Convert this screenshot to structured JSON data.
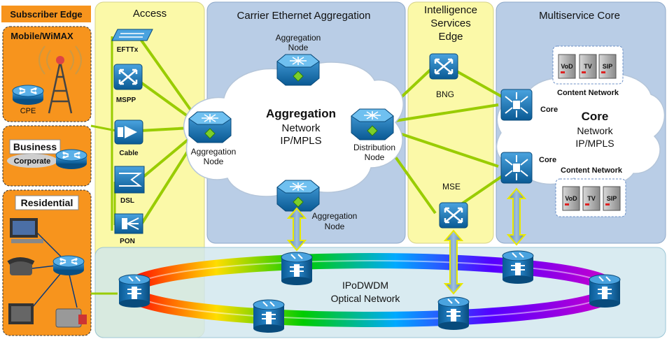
{
  "subscriber_edge": {
    "title": "Subscriber Edge",
    "mobile": {
      "title": "Mobile/WiMAX",
      "cpe": "CPE"
    },
    "business": {
      "title": "Business",
      "sub": "Corporate"
    },
    "residential": {
      "title": "Residential"
    }
  },
  "access": {
    "title": "Access",
    "devices": [
      "EFTTx",
      "MSPP",
      "Cable",
      "DSL",
      "PON"
    ],
    "agg_node": [
      "Aggregation",
      "Node"
    ]
  },
  "carrier": {
    "title": "Carrier Ethernet Aggregation",
    "top_node": [
      "Aggregation",
      "Node"
    ],
    "bottom_node": [
      "Aggregation",
      "Node"
    ],
    "dist_node": [
      "Distribution",
      "Node"
    ],
    "cloud": [
      "Aggregation",
      "Network",
      "IP/MPLS"
    ]
  },
  "intelligence": {
    "title": [
      "Intelligence",
      "Services",
      "Edge"
    ],
    "bng": "BNG",
    "mse": "MSE"
  },
  "core": {
    "title": "Multiservice Core",
    "cloud": [
      "Core",
      "Network",
      "IP/MPLS"
    ],
    "router1": "Core",
    "router2": "Core",
    "content_top": "Content Network",
    "content_bottom": "Content Network",
    "servers": [
      "VoD",
      "TV",
      "SIP"
    ]
  },
  "optical": [
    "IPoDWDM",
    "Optical Network"
  ],
  "colors": {
    "access_bg": "#fbf9a8",
    "section_bg": "#b9cde6",
    "orange": "#f7941d",
    "green_link": "#99cc00",
    "router_blue": "#0e6aa8",
    "subscriber_header": "#f7941d"
  }
}
